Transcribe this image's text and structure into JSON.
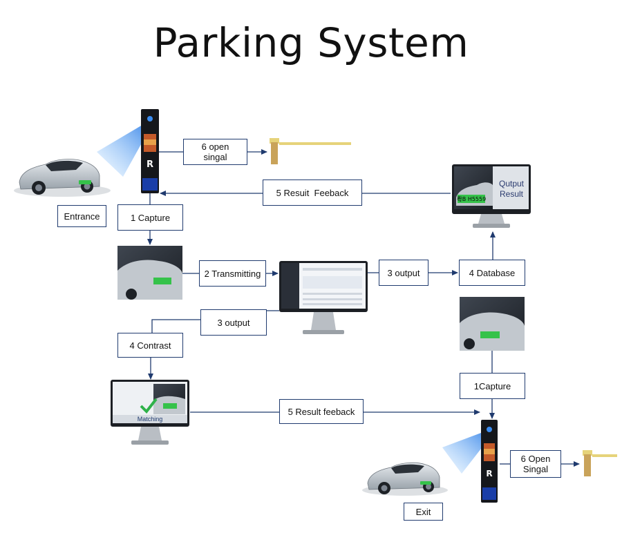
{
  "title": "Parking System",
  "labels": {
    "open_signal_top": "6 open\nsingal",
    "result_feedback_top": "5 Resuit  Feeback",
    "entrance": "Entrance",
    "capture_entry": "1 Capture",
    "transmitting": "2 Transmitting",
    "output_to_db": "3 output",
    "database": "4 Database",
    "output_to_contrast": "3 output",
    "contrast": "4 Contrast",
    "capture_exit": "1Capture",
    "result_feedback_bottom": "5 Result feeback",
    "open_signal_bottom": "6 Open\nSingal",
    "exit": "Exit",
    "monitor_output": "Qutput\nResult",
    "matching": "Matching",
    "plate_text": "粤B H5559"
  },
  "colors": {
    "line": "#1f3a6e",
    "plate": "#35c24a",
    "barrier_arm": "#e6d37a",
    "barrier_post": "#c9a35a",
    "screen_blue": "#1a3ea8",
    "beam": "#3a8cf0"
  },
  "icons": [
    "car-icon",
    "camera-terminal-icon",
    "barrier-gate-icon",
    "monitor-icon",
    "checkmark-icon"
  ]
}
